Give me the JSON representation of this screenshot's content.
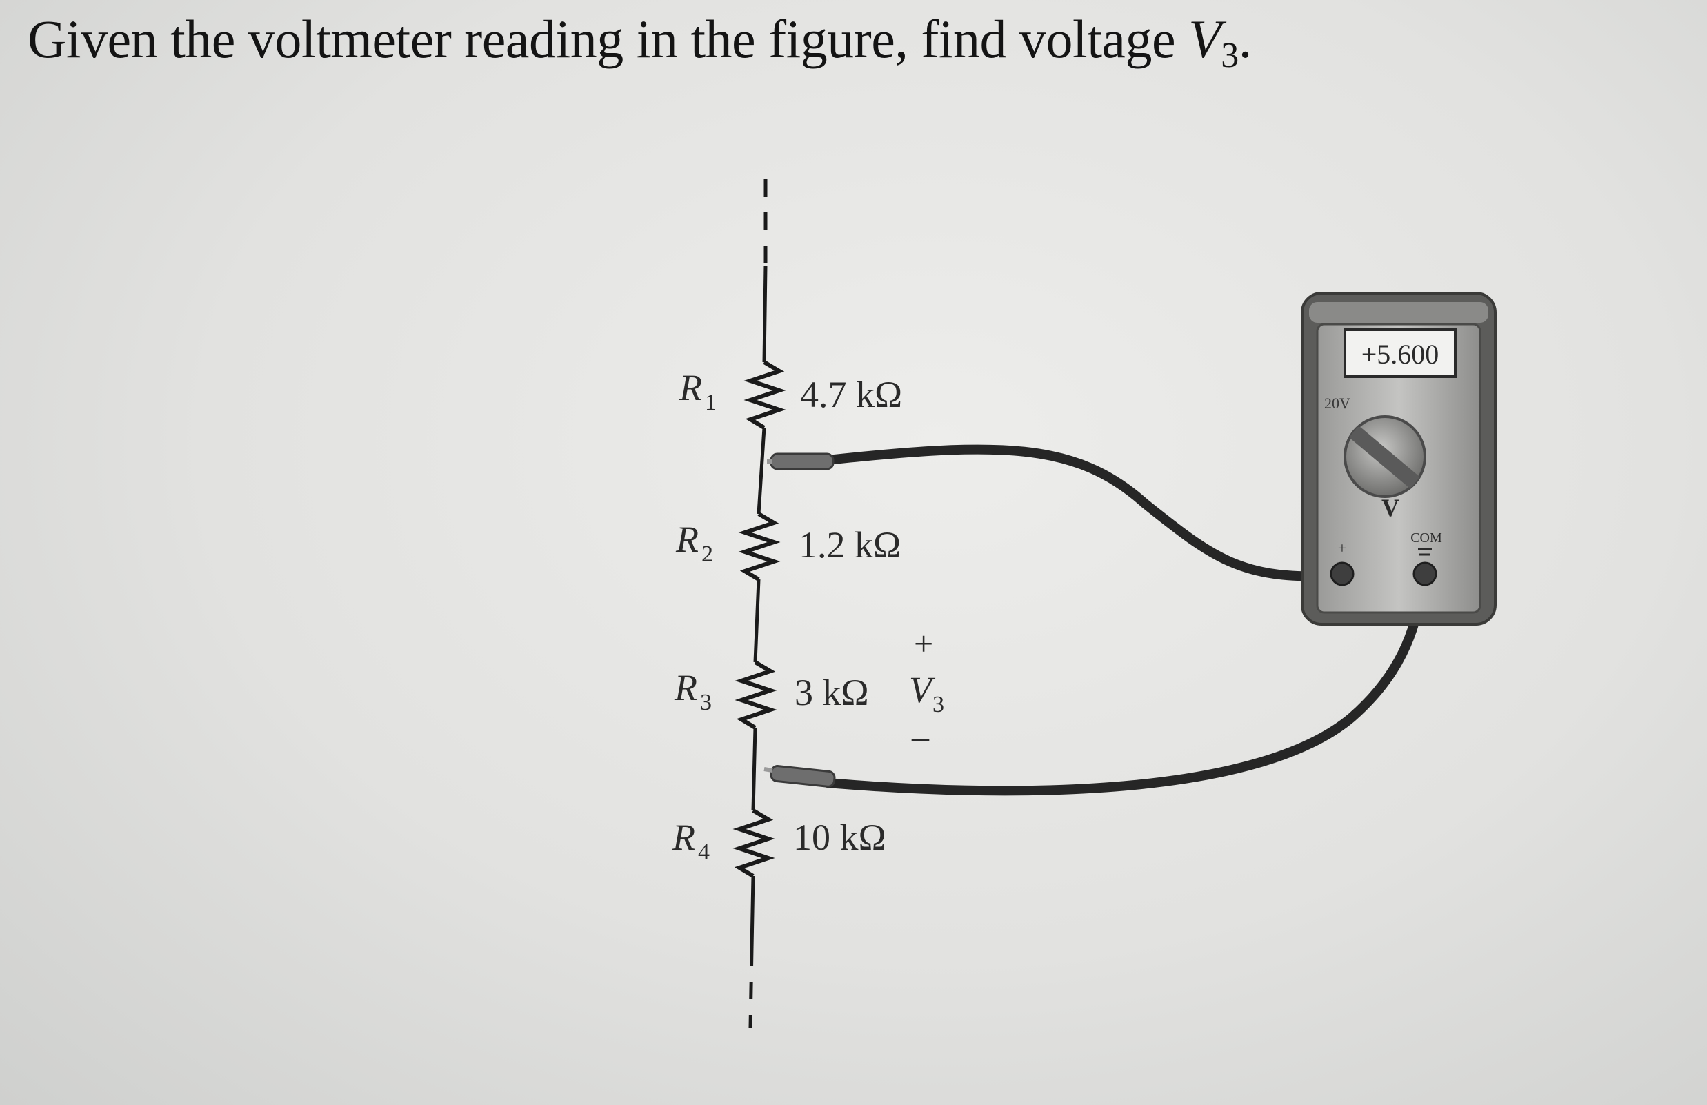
{
  "question": {
    "prefix": "Given the voltmeter reading in the figure, find voltage ",
    "variable": "V",
    "subscript": "3",
    "suffix": "."
  },
  "resistors": [
    {
      "label": "R",
      "subscript": "1",
      "value": "4.7 kΩ"
    },
    {
      "label": "R",
      "subscript": "2",
      "value": "1.2 kΩ"
    },
    {
      "label": "R",
      "subscript": "3",
      "value": "3 kΩ"
    },
    {
      "label": "R",
      "subscript": "4",
      "value": "10 kΩ"
    }
  ],
  "voltage_label": {
    "plus": "+",
    "variable": "V",
    "subscript": "3",
    "minus": "–"
  },
  "meter": {
    "display": "+5.600",
    "range": "20V",
    "mode": "V",
    "positive_terminal": "+",
    "common_terminal": "COM"
  }
}
